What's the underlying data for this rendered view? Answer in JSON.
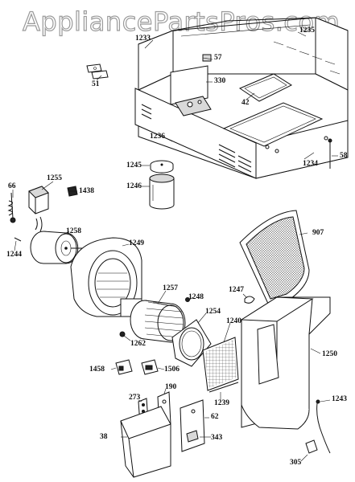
{
  "watermark": "AppliancePartsPros.com",
  "parts": {
    "p1233": "1233",
    "p1235": "1235",
    "p57": "57",
    "p51": "51",
    "p330": "330",
    "p42": "42",
    "p1236": "1236",
    "p1234": "1234",
    "p58": "58",
    "p1245": "1245",
    "p1246": "1246",
    "p1255": "1255",
    "p1438": "1438",
    "p66": "66",
    "p1258": "1258",
    "p1249": "1249",
    "p1244": "1244",
    "p907": "907",
    "p1257": "1257",
    "p1248": "1248",
    "p1247": "1247",
    "p1254": "1254",
    "p1240": "1240",
    "p1250": "1250",
    "p1262": "1262",
    "p1458": "1458",
    "p1506": "1506",
    "p1239": "1239",
    "p273": "273",
    "p190": "190",
    "p62": "62",
    "p1243": "1243",
    "p38": "38",
    "p343": "343",
    "p305": "305"
  }
}
